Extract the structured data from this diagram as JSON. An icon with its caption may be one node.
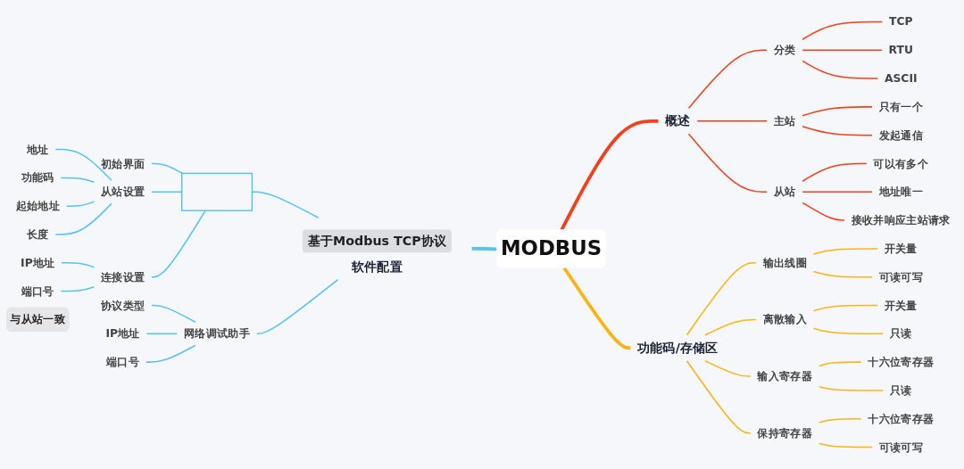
{
  "diagram": {
    "nodes": [
      {
        "text": [
          "MODBUS"
        ]
      },
      {
        "text": [
          "概述"
        ]
      },
      {
        "text": [
          "分类"
        ]
      },
      {
        "text": [
          "TCP"
        ]
      },
      {
        "text": [
          "RTU"
        ]
      },
      {
        "text": [
          "ASCII"
        ]
      },
      {
        "text": [
          "主站"
        ]
      },
      {
        "text": [
          "只有一个"
        ]
      },
      {
        "text": [
          "发起通信"
        ]
      },
      {
        "text": [
          "从站"
        ]
      },
      {
        "text": [
          "可以有多个"
        ]
      },
      {
        "text": [
          "地址唯一"
        ]
      },
      {
        "text": [
          "接收并响应主站请求"
        ]
      },
      {
        "text": [
          "功能码/存储区"
        ]
      },
      {
        "text": [
          "输出线圈"
        ]
      },
      {
        "text": [
          "开关量"
        ]
      },
      {
        "text": [
          "可读可写"
        ]
      },
      {
        "text": [
          "离散输入"
        ]
      },
      {
        "text": [
          "开关量"
        ]
      },
      {
        "text": [
          "只读"
        ]
      },
      {
        "text": [
          "输入寄存器"
        ]
      },
      {
        "text": [
          "十六位寄存器"
        ]
      },
      {
        "text": [
          "只读"
        ]
      },
      {
        "text": [
          "保持寄存器"
        ]
      },
      {
        "text": [
          "十六位寄存器"
        ]
      },
      {
        "text": [
          "可读可写"
        ]
      },
      {
        "text": [
          "基于Modbus TCP协议",
          "软件配置"
        ]
      },
      {
        "text": [],
        "shape": "box"
      },
      {
        "text": [
          "初始界面"
        ]
      },
      {
        "text": [
          "从站设置"
        ]
      },
      {
        "text": [
          "地址"
        ]
      },
      {
        "text": [
          "功能码"
        ]
      },
      {
        "text": [
          "起始地址"
        ]
      },
      {
        "text": [
          "长度"
        ]
      },
      {
        "text": [
          "连接设置"
        ]
      },
      {
        "text": [
          "IP地址"
        ]
      },
      {
        "text": [
          "端口号"
        ]
      },
      {
        "text": [
          "网络调试助手"
        ]
      },
      {
        "text": [
          "协议类型"
        ]
      },
      {
        "text": [
          "IP地址"
        ]
      },
      {
        "text": [
          "端口号"
        ]
      },
      {
        "text": [
          "与从站一致"
        ]
      }
    ],
    "edges": [
      {
        "from": 0,
        "to": 1,
        "arrow": "none",
        "style": "thick",
        "color": "#f2401d"
      },
      {
        "from": 1,
        "to": 2,
        "arrow": "none",
        "color": "#f2401d"
      },
      {
        "from": 2,
        "to": 3,
        "arrow": "none",
        "color": "#f2401d"
      },
      {
        "from": 2,
        "to": 4,
        "arrow": "none",
        "color": "#f2401d"
      },
      {
        "from": 2,
        "to": 5,
        "arrow": "none",
        "color": "#f2401d"
      },
      {
        "from": 1,
        "to": 6,
        "arrow": "none",
        "color": "#f2401d"
      },
      {
        "from": 6,
        "to": 7,
        "arrow": "none",
        "color": "#f2401d"
      },
      {
        "from": 6,
        "to": 8,
        "arrow": "none",
        "color": "#f2401d"
      },
      {
        "from": 1,
        "to": 9,
        "arrow": "none",
        "color": "#f2401d"
      },
      {
        "from": 9,
        "to": 10,
        "arrow": "none",
        "color": "#f2401d"
      },
      {
        "from": 9,
        "to": 11,
        "arrow": "none",
        "color": "#f2401d"
      },
      {
        "from": 9,
        "to": 12,
        "arrow": "none",
        "color": "#f2401d"
      },
      {
        "from": 0,
        "to": 13,
        "arrow": "none",
        "style": "thick",
        "color": "#fbb416"
      },
      {
        "from": 13,
        "to": 14,
        "arrow": "none",
        "color": "#fbb416"
      },
      {
        "from": 14,
        "to": 15,
        "arrow": "none",
        "color": "#fbb416"
      },
      {
        "from": 14,
        "to": 16,
        "arrow": "none",
        "color": "#fbb416"
      },
      {
        "from": 13,
        "to": 17,
        "arrow": "none",
        "color": "#fbb416"
      },
      {
        "from": 17,
        "to": 18,
        "arrow": "none",
        "color": "#fbb416"
      },
      {
        "from": 17,
        "to": 19,
        "arrow": "none",
        "color": "#fbb416"
      },
      {
        "from": 13,
        "to": 20,
        "arrow": "none",
        "color": "#fbb416"
      },
      {
        "from": 20,
        "to": 21,
        "arrow": "none",
        "color": "#fbb416"
      },
      {
        "from": 20,
        "to": 22,
        "arrow": "none",
        "color": "#fbb416"
      },
      {
        "from": 13,
        "to": 23,
        "arrow": "none",
        "color": "#fbb416"
      },
      {
        "from": 23,
        "to": 24,
        "arrow": "none",
        "color": "#fbb416"
      },
      {
        "from": 23,
        "to": 25,
        "arrow": "none",
        "color": "#fbb416"
      },
      {
        "from": 26,
        "to": 0,
        "arrow": "none",
        "style": "thick"
      },
      {
        "from": 27,
        "to": 26,
        "arrow": "none"
      },
      {
        "from": 28,
        "to": 27,
        "arrow": "none"
      },
      {
        "from": 29,
        "to": 27,
        "arrow": "none"
      },
      {
        "from": 30,
        "to": 29,
        "arrow": "none"
      },
      {
        "from": 31,
        "to": 29,
        "arrow": "none"
      },
      {
        "from": 32,
        "to": 29,
        "arrow": "none"
      },
      {
        "from": 33,
        "to": 29,
        "arrow": "none"
      },
      {
        "from": 34,
        "to": 27,
        "arrow": "none"
      },
      {
        "from": 35,
        "to": 34,
        "arrow": "none"
      },
      {
        "from": 36,
        "to": 34,
        "arrow": "none"
      },
      {
        "from": 37,
        "to": 26,
        "arrow": "none"
      },
      {
        "from": 38,
        "to": 37,
        "arrow": "none"
      },
      {
        "from": 39,
        "to": 37,
        "arrow": "none"
      },
      {
        "from": 40,
        "to": 37,
        "arrow": "none"
      }
    ]
  }
}
